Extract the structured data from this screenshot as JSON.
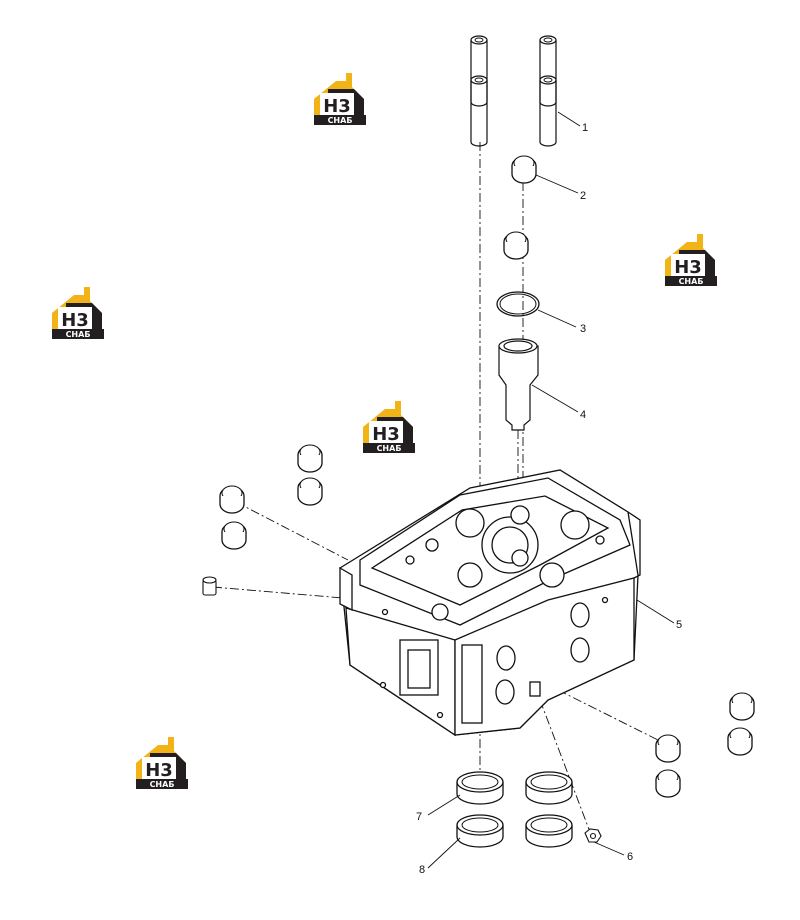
{
  "diagram": {
    "callouts": [
      {
        "id": "callout-1",
        "label": "1"
      },
      {
        "id": "callout-2",
        "label": "2"
      },
      {
        "id": "callout-3",
        "label": "3"
      },
      {
        "id": "callout-4",
        "label": "4"
      },
      {
        "id": "callout-5",
        "label": "5"
      },
      {
        "id": "callout-6",
        "label": "6"
      },
      {
        "id": "callout-7",
        "label": "7"
      },
      {
        "id": "callout-8",
        "label": "8"
      }
    ]
  },
  "watermark": {
    "logo_main": "H3",
    "logo_sub": "СНАБ",
    "colors": {
      "yellow": "#f2b316",
      "dark": "#231f20",
      "white": "#ffffff"
    }
  },
  "colors": {
    "line": "#111111",
    "background": "#ffffff"
  }
}
